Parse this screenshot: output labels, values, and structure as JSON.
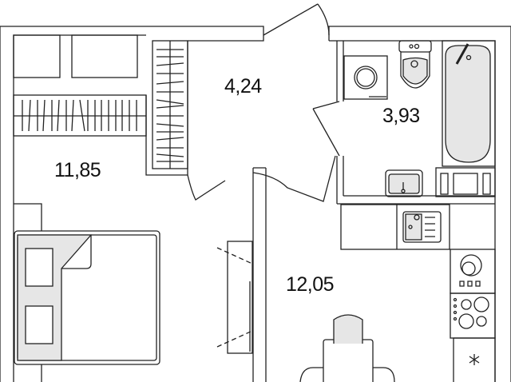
{
  "plan": {
    "rooms": [
      {
        "name": "bedroom",
        "area": "11,85"
      },
      {
        "name": "hallway",
        "area": "4,24"
      },
      {
        "name": "bathroom",
        "area": "3,93"
      },
      {
        "name": "kitchen-living",
        "area": "12,05"
      }
    ],
    "colors": {
      "line": "#222222",
      "fill": "#e6e6e6",
      "background": "#ffffff"
    }
  }
}
